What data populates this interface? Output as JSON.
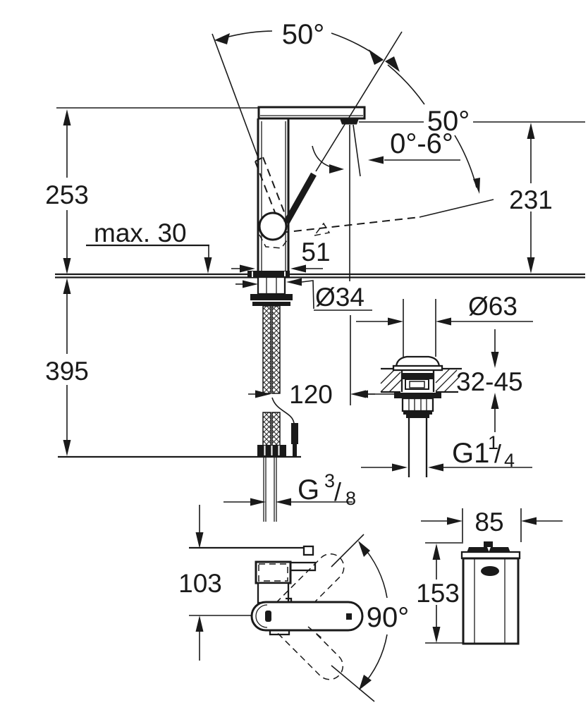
{
  "drawing": {
    "colors": {
      "ink": "#1a1a1a",
      "background": "#ffffff"
    },
    "labels": {
      "handle_swing_angle": "50°",
      "handle_open_angle": "50°",
      "spout_tilt_range": "0°-6°",
      "overall_height": "253",
      "spout_height": "231",
      "max_mounting_thickness": "max. 30",
      "body_depth": "51",
      "hole_diameter": "Ø34",
      "hose_length": "395",
      "hose_offset": "120",
      "waste_flange_diameter": "Ø63",
      "waste_deck_thickness_range": "32-45",
      "side_view_height": "103",
      "swivel_range": "90°",
      "body_width": "85",
      "body_height": "153",
      "supply_thread_prefix": "G",
      "supply_thread_numerator": "3",
      "supply_thread_slash": "/",
      "supply_thread_denominator": "8",
      "waste_thread_prefix": "G1",
      "waste_thread_numerator": "1",
      "waste_thread_slash": "/",
      "waste_thread_denominator": "4"
    }
  }
}
